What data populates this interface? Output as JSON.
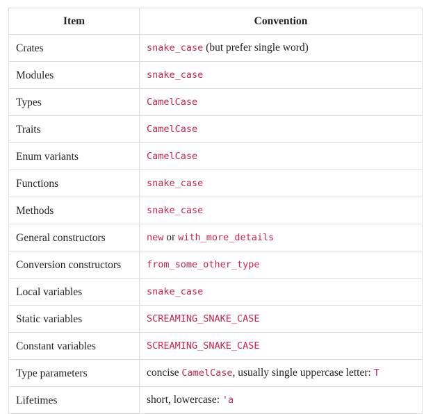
{
  "table": {
    "headers": [
      "Item",
      "Convention"
    ],
    "rows": [
      {
        "item": "Crates",
        "parts": [
          {
            "kind": "code",
            "text": "snake_case"
          },
          {
            "kind": "plain",
            "text": " (but prefer single word)"
          }
        ]
      },
      {
        "item": "Modules",
        "parts": [
          {
            "kind": "code",
            "text": "snake_case"
          }
        ]
      },
      {
        "item": "Types",
        "parts": [
          {
            "kind": "code",
            "text": "CamelCase"
          }
        ]
      },
      {
        "item": "Traits",
        "parts": [
          {
            "kind": "code",
            "text": "CamelCase"
          }
        ]
      },
      {
        "item": "Enum variants",
        "parts": [
          {
            "kind": "code",
            "text": "CamelCase"
          }
        ]
      },
      {
        "item": "Functions",
        "parts": [
          {
            "kind": "code",
            "text": "snake_case"
          }
        ]
      },
      {
        "item": "Methods",
        "parts": [
          {
            "kind": "code",
            "text": "snake_case"
          }
        ]
      },
      {
        "item": "General constructors",
        "parts": [
          {
            "kind": "code",
            "text": "new"
          },
          {
            "kind": "plain",
            "text": " or "
          },
          {
            "kind": "code",
            "text": "with_more_details"
          }
        ]
      },
      {
        "item": "Conversion constructors",
        "parts": [
          {
            "kind": "code",
            "text": "from_some_other_type"
          }
        ]
      },
      {
        "item": "Local variables",
        "parts": [
          {
            "kind": "code",
            "text": "snake_case"
          }
        ]
      },
      {
        "item": "Static variables",
        "parts": [
          {
            "kind": "code",
            "text": "SCREAMING_SNAKE_CASE"
          }
        ]
      },
      {
        "item": "Constant variables",
        "parts": [
          {
            "kind": "code",
            "text": "SCREAMING_SNAKE_CASE"
          }
        ]
      },
      {
        "item": "Type parameters",
        "parts": [
          {
            "kind": "plain",
            "text": "concise "
          },
          {
            "kind": "code",
            "text": "CamelCase"
          },
          {
            "kind": "plain",
            "text": ", usually single uppercase letter: "
          },
          {
            "kind": "code",
            "text": "T"
          }
        ]
      },
      {
        "item": "Lifetimes",
        "parts": [
          {
            "kind": "plain",
            "text": "short, lowercase: "
          },
          {
            "kind": "code",
            "text": "'a"
          }
        ]
      }
    ]
  },
  "colors": {
    "code_text": "#c7254e",
    "body_text": "#222222",
    "border": "#dddddd",
    "background": "#ffffff"
  }
}
